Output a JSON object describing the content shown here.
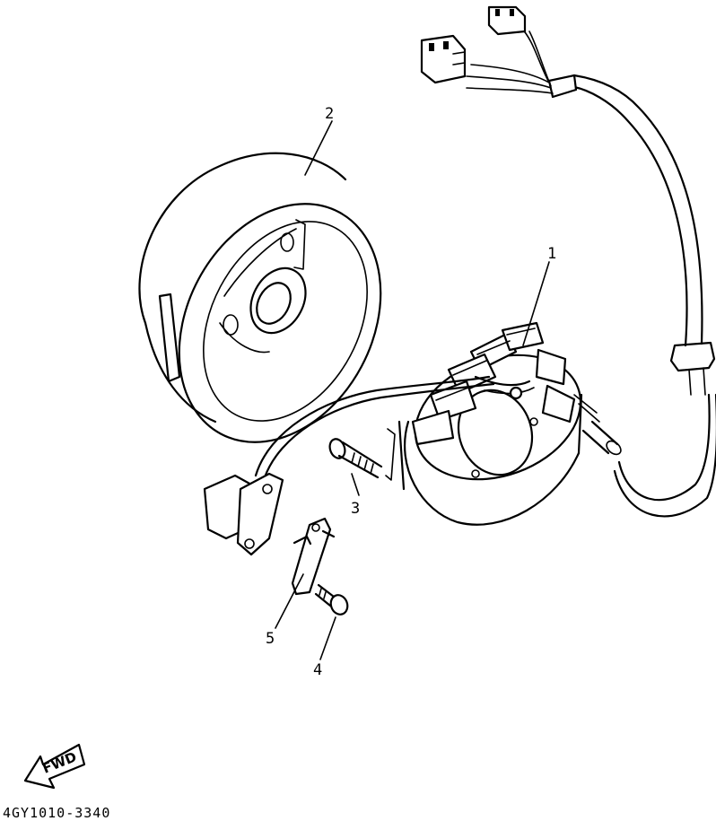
{
  "callouts": [
    {
      "id": "1",
      "text": "1"
    },
    {
      "id": "2",
      "text": "2"
    },
    {
      "id": "3",
      "text": "3"
    },
    {
      "id": "4",
      "text": "4"
    },
    {
      "id": "5",
      "text": "5"
    }
  ],
  "fwd_arrow": {
    "text": "FWD"
  },
  "drawing_code": "4GY1010-3340"
}
